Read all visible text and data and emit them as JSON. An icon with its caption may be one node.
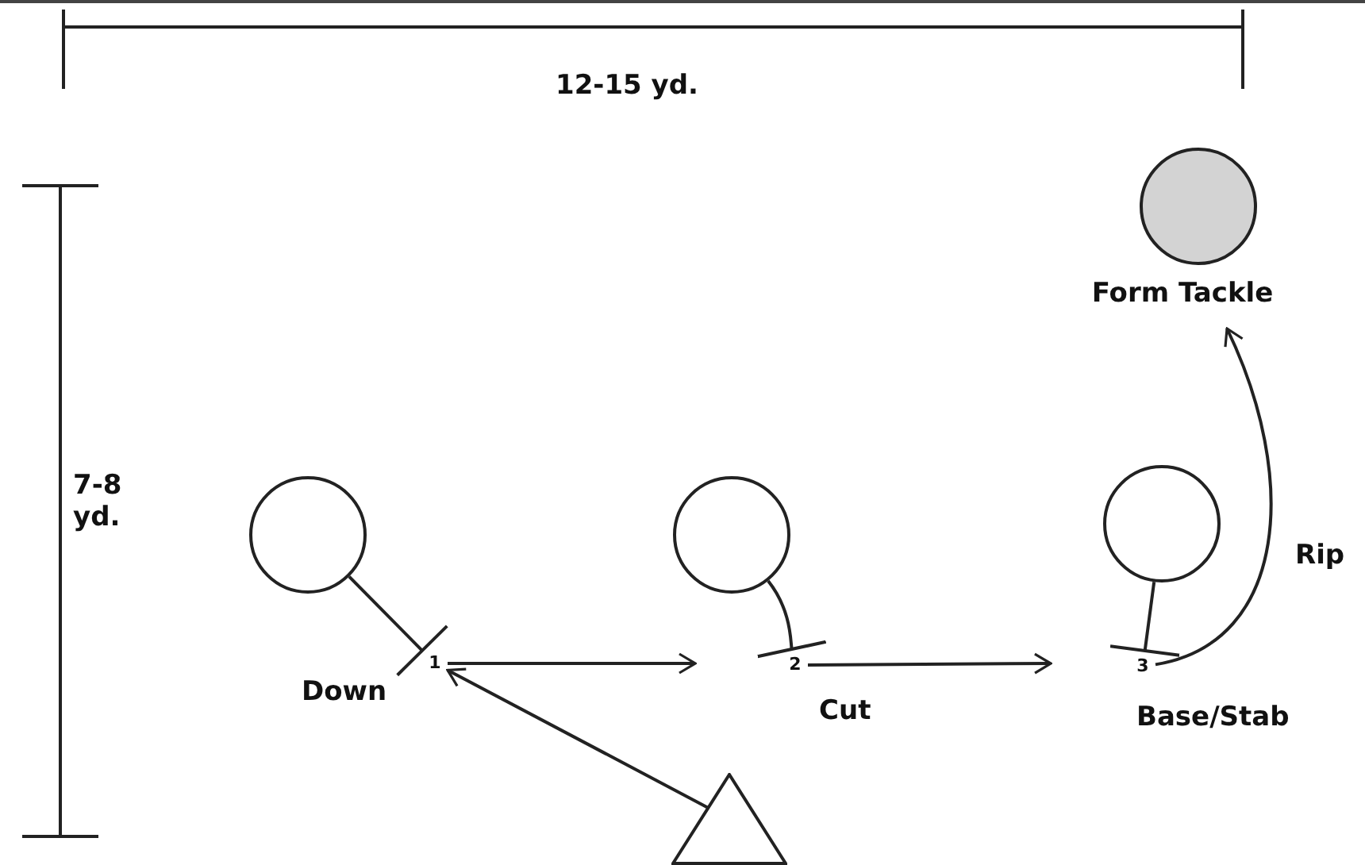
{
  "diagram": {
    "nodes": [
      {
        "text": [
          "Form Tackle"
        ]
      },
      {
        "text": [],
        "shape": "circle"
      },
      {
        "text": [],
        "shape": "circle"
      },
      {
        "text": [],
        "shape": "circle"
      },
      {
        "text": [
          "1"
        ]
      },
      {
        "text": [
          "2"
        ]
      },
      {
        "text": [
          "3"
        ]
      },
      {
        "text": [],
        "shape": "triangle"
      }
    ],
    "edges": [
      {
        "from": 1,
        "to": 4,
        "arrow": "other"
      },
      {
        "from": 2,
        "to": 5,
        "arrow": "other"
      },
      {
        "from": 3,
        "to": 6,
        "arrow": "other"
      },
      {
        "from": 7,
        "to": 4,
        "arrow": "to"
      },
      {
        "from": 4,
        "to": null,
        "arrow": "to"
      },
      {
        "from": 5,
        "to": null,
        "arrow": "to"
      },
      {
        "from": 6,
        "to": 0,
        "arrow": "to",
        "label": "Rip"
      }
    ],
    "labels": [
      "12-15 yd.",
      "7-8 yd.",
      "Down",
      "Cut",
      "Base/Stab"
    ]
  }
}
